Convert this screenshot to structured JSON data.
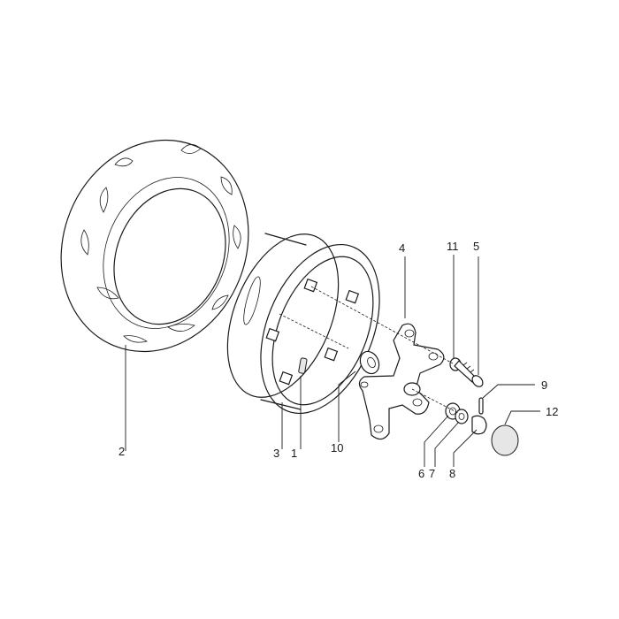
{
  "diagram": {
    "part_numbers": {
      "p1": "1",
      "p2": "2",
      "p3": "3",
      "p4": "4",
      "p5": "5",
      "p6": "6",
      "p7": "7",
      "p8": "8",
      "p9": "9",
      "p10": "10",
      "p11": "11",
      "p12": "12"
    }
  }
}
